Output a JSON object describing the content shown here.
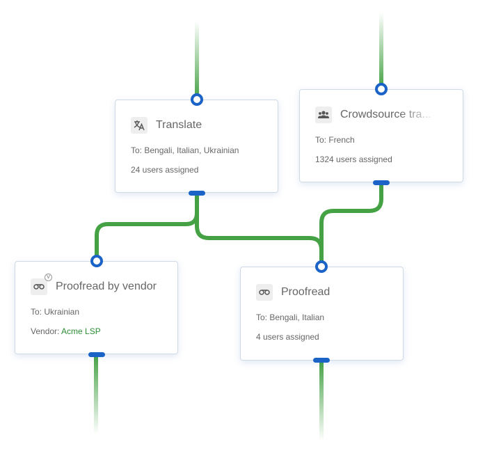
{
  "nodes": [
    {
      "id": "translate",
      "title": "Translate",
      "icon": "translate-icon",
      "lines": [
        "To: Bengali, Italian, Ukrainian",
        "24 users assigned"
      ]
    },
    {
      "id": "crowdsource",
      "title": "Crowdsource tra...",
      "icon": "people-icon",
      "lines": [
        "To: French",
        "1324 users assigned"
      ]
    },
    {
      "id": "proofread_vendor",
      "title": "Proofread by vendor",
      "icon": "proofread-icon",
      "badge": "V",
      "line1": "To: Ukrainian",
      "vendor_label": "Vendor:",
      "vendor_name": "Acme LSP"
    },
    {
      "id": "proofread",
      "title": "Proofread",
      "icon": "proofread-icon",
      "lines": [
        "To: Bengali, Italian",
        "4 users assigned"
      ]
    }
  ],
  "colors": {
    "wire": "#44a144",
    "port": "#1b63c6",
    "link_text": "#2e8b35"
  }
}
